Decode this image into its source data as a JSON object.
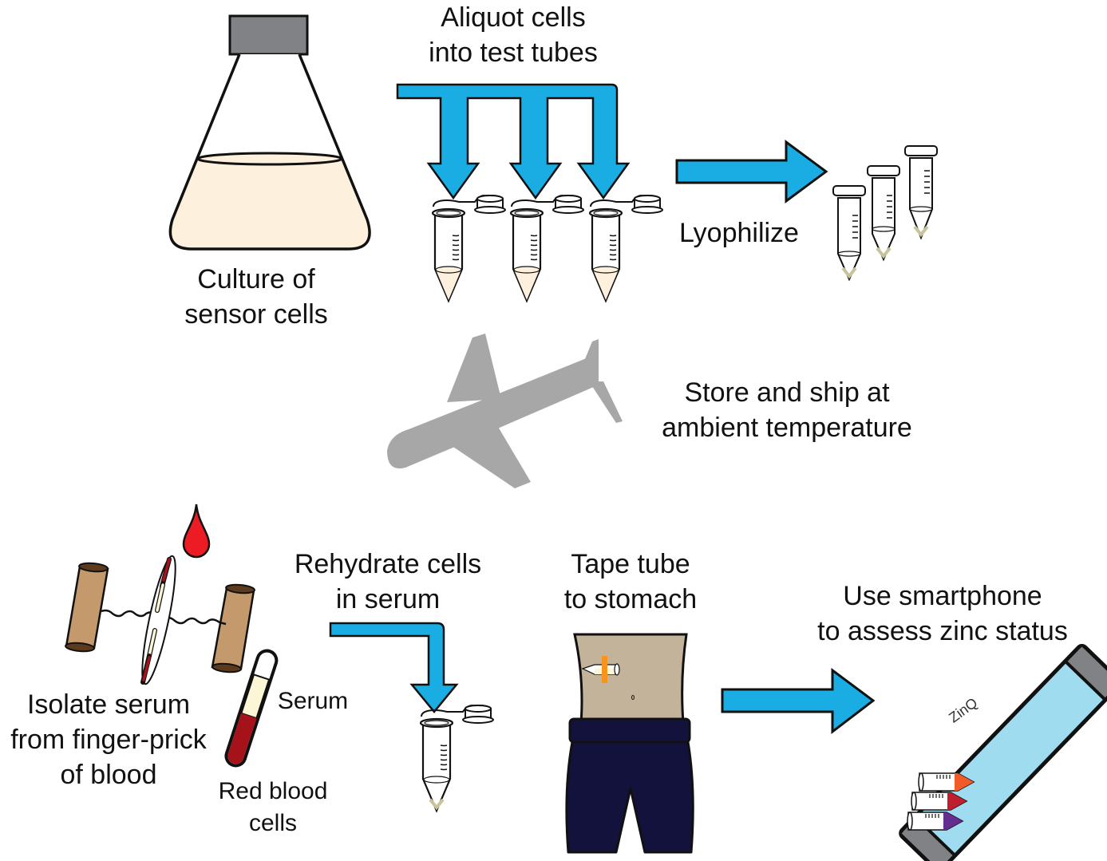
{
  "labels": {
    "culture": [
      "Culture of",
      "sensor cells"
    ],
    "aliquot": [
      "Aliquot cells",
      "into test tubes"
    ],
    "lyophilize": "Lyophilize",
    "ship": [
      "Store and ship at",
      "ambient temperature"
    ],
    "isolate": [
      "Isolate serum",
      "from finger-prick",
      "of blood"
    ],
    "serum": "Serum",
    "rbc": [
      "Red blood",
      "cells"
    ],
    "rehydrate": [
      "Rehydrate cells",
      "in serum"
    ],
    "tape": [
      "Tape tube",
      "to stomach"
    ],
    "smartphone": [
      "Use smartphone",
      "to assess zinc status"
    ],
    "phone_brand": "ZinQ"
  },
  "icons": {
    "flask": "erlenmeyer-flask-icon",
    "tube": "microcentrifuge-tube-icon",
    "airplane": "airplane-icon",
    "blood_drop": "blood-drop-icon",
    "centrifuge": "paper-centrifuge-icon",
    "capillary": "capillary-tube-icon",
    "torso": "torso-icon",
    "smartphone": "smartphone-icon",
    "arrow": "arrow-icon"
  },
  "colors": {
    "arrow_blue": "#1aade3",
    "culture_fill": "#fdf0dc",
    "cap_gray": "#808285",
    "airplane_gray": "#a7a7a7",
    "blood_red": "#ed1c24",
    "rbc_red": "#a6121a",
    "serum_yellow": "#fbf7d6",
    "cardboard": "#c49a6c",
    "skin": "#c2b39a",
    "pants_navy": "#13123d",
    "tape_orange": "#f7941d",
    "phone_screen": "#a0dcef",
    "dried_pellet": "#c8c39a",
    "tube_orange": "#f15a29",
    "tube_red": "#be1e2d",
    "tube_purple": "#662d91"
  }
}
